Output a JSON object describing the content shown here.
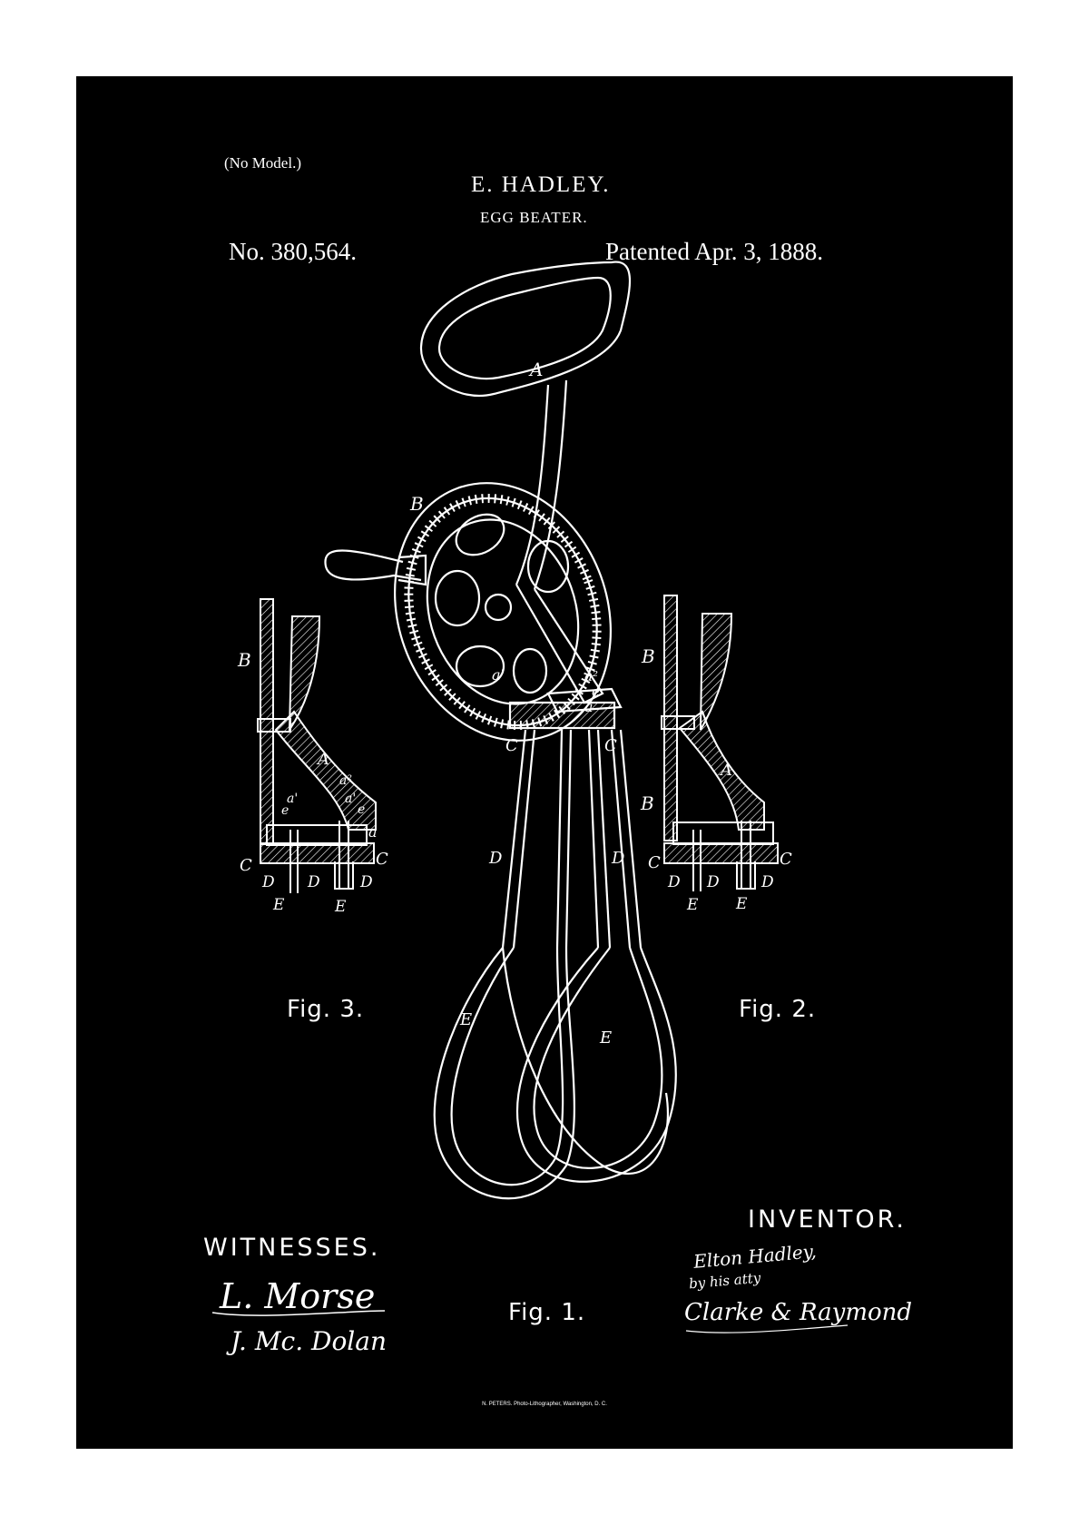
{
  "header": {
    "no_model": "(No Model.)",
    "inventor_name": "E. HADLEY.",
    "title": "EGG BEATER.",
    "patent_number": "No. 380,564.",
    "patent_date": "Patented Apr. 3, 1888."
  },
  "figures": {
    "fig1": "Fig. 1.",
    "fig2": "Fig. 2.",
    "fig3": "Fig. 3."
  },
  "letters": {
    "A": "A",
    "B": "B",
    "C": "C",
    "D": "D",
    "E": "E",
    "a": "a",
    "a1": "a'",
    "a2": "a²",
    "e": "e"
  },
  "footer": {
    "witnesses_label": "WITNESSES.",
    "witness_1": "L. Morse",
    "witness_2": "J. Mc. Dolan",
    "inventor_label": "INVENTOR.",
    "inventor_signature": "Elton Hadley,",
    "by_attorney": "by his atty",
    "attorneys": "Clarke & Raymond",
    "printer": "N. PETERS. Photo-Lithographer, Washington, D. C."
  },
  "colors": {
    "background": "#000000",
    "ink": "#ffffff",
    "frame": "#ffffff"
  }
}
